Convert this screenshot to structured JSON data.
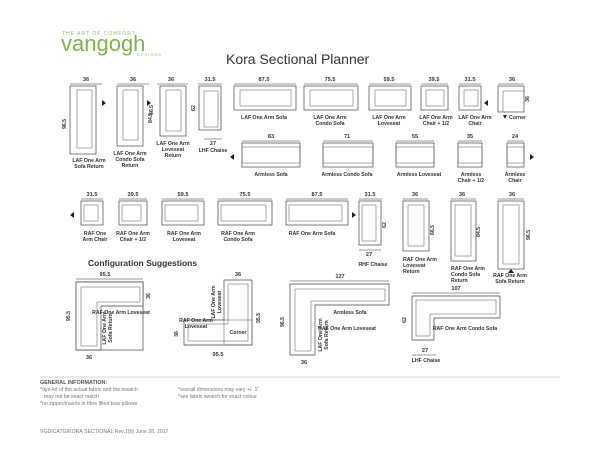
{
  "brand": {
    "tagline": "THE ART OF COMFORT",
    "name": "vangogh",
    "sub": "DESIGNS",
    "accent": "#7ab648"
  },
  "title": "Kora Sectional Planner",
  "row1": [
    {
      "w": "36",
      "h": "96.5",
      "label": [
        "LAF One Arm",
        "Sofa Return"
      ]
    },
    {
      "w": "36",
      "h": "84.5",
      "label": [
        "LAF One Arm",
        "Condo Sofa",
        "Return"
      ]
    },
    {
      "w": "36",
      "h": "66.5",
      "label": [
        "LAF One Arm",
        "Loveseat",
        "Return"
      ]
    },
    {
      "w": "31.5",
      "h": "62",
      "extra": "27",
      "label": [
        "LHF Chaise"
      ]
    },
    {
      "w": "87.5",
      "label": [
        "LAF One Arm Sofa"
      ]
    },
    {
      "w": "75.5",
      "label": [
        "LAF One Arm",
        "Condo Sofa"
      ]
    },
    {
      "w": "59.5",
      "label": [
        "LAF One Arm",
        "Loveseat"
      ]
    },
    {
      "w": "39.5",
      "label": [
        "LAF One Arm",
        "Chair + 1/2"
      ]
    },
    {
      "w": "31.5",
      "label": [
        "LAF One Arm",
        "Chair"
      ]
    },
    {
      "w": "36",
      "h": "36",
      "label": [
        "Corner"
      ]
    }
  ],
  "row2": [
    {
      "w": "83",
      "label": [
        "Armless Sofa"
      ]
    },
    {
      "w": "71",
      "label": [
        "Armless Condo Sofa"
      ]
    },
    {
      "w": "55",
      "label": [
        "Armless Loveseat"
      ]
    },
    {
      "w": "35",
      "label": [
        "Armless",
        "Chair + 1/2"
      ]
    },
    {
      "w": "24",
      "label": [
        "Armless",
        "Chair"
      ]
    }
  ],
  "row3": [
    {
      "w": "31.5",
      "label": [
        "RAF One",
        "Arm Chair"
      ]
    },
    {
      "w": "39.5",
      "label": [
        "RAF One Arm",
        "Chair + 1/2"
      ]
    },
    {
      "w": "59.5",
      "label": [
        "RAF One Arm",
        "Loveseat"
      ]
    },
    {
      "w": "75.5",
      "label": [
        "RAF One Arm",
        "Condo Sofa"
      ]
    },
    {
      "w": "87.5",
      "label": [
        "RAF One Arm Sofa"
      ]
    },
    {
      "w": "31.5",
      "h": "62",
      "extra": "27",
      "label": [
        "RHF Chaise"
      ]
    },
    {
      "w": "36",
      "h": "66.5",
      "label": [
        "RAF One Arm",
        "Loveseat",
        "Return"
      ]
    },
    {
      "w": "36",
      "h": "84.5",
      "label": [
        "RAF One Arm",
        "Condo Sofa",
        "Return"
      ]
    },
    {
      "w": "36",
      "h": "96.5",
      "label": [
        "RAF One Arm",
        "Sofa Return"
      ]
    }
  ],
  "config_title": "Configuration Suggestions",
  "config1": {
    "w": "95.5",
    "h": "95.5",
    "side": "36",
    "bottom": "36",
    "top_label": "RAF One Arm Loveseat",
    "side_label": [
      "LAF One Arm",
      "Sofa Return"
    ]
  },
  "config2": {
    "top": "36",
    "left": "36",
    "right": "95.5",
    "bottom": "95.5",
    "left_label": [
      "RAF One Arm",
      "Loveseat"
    ],
    "top_label": [
      "LAF One Arm",
      "Loveseat"
    ],
    "corner": "Corner"
  },
  "config3": {
    "w": "127",
    "h": "96.5",
    "bottom": "36",
    "top_label": "Armless Sofa",
    "mid_label": "RAF One Arm Loveseat",
    "side_label": [
      "LAF One Arm",
      "Sofa Return"
    ]
  },
  "config4": {
    "w": "107",
    "h": "62",
    "bottom": "27",
    "label": "RAF One Arm Condo Sofa",
    "chaise": "LHF Chaise"
  },
  "info": {
    "heading": "GENERAL INFORMATION:",
    "left": [
      "*dye-lot of the actual fabric and the swatch",
      "may not be exact match",
      "*no zipper/inserts in fibre filled toss pillows"
    ],
    "right": [
      "*overall dimensions may vary +/- 1\"",
      "*see fabric swatch for exact colour"
    ]
  },
  "footer": "VGD/CATG/KORA SECTIONAL Rev.1(b) June 28, 2017"
}
